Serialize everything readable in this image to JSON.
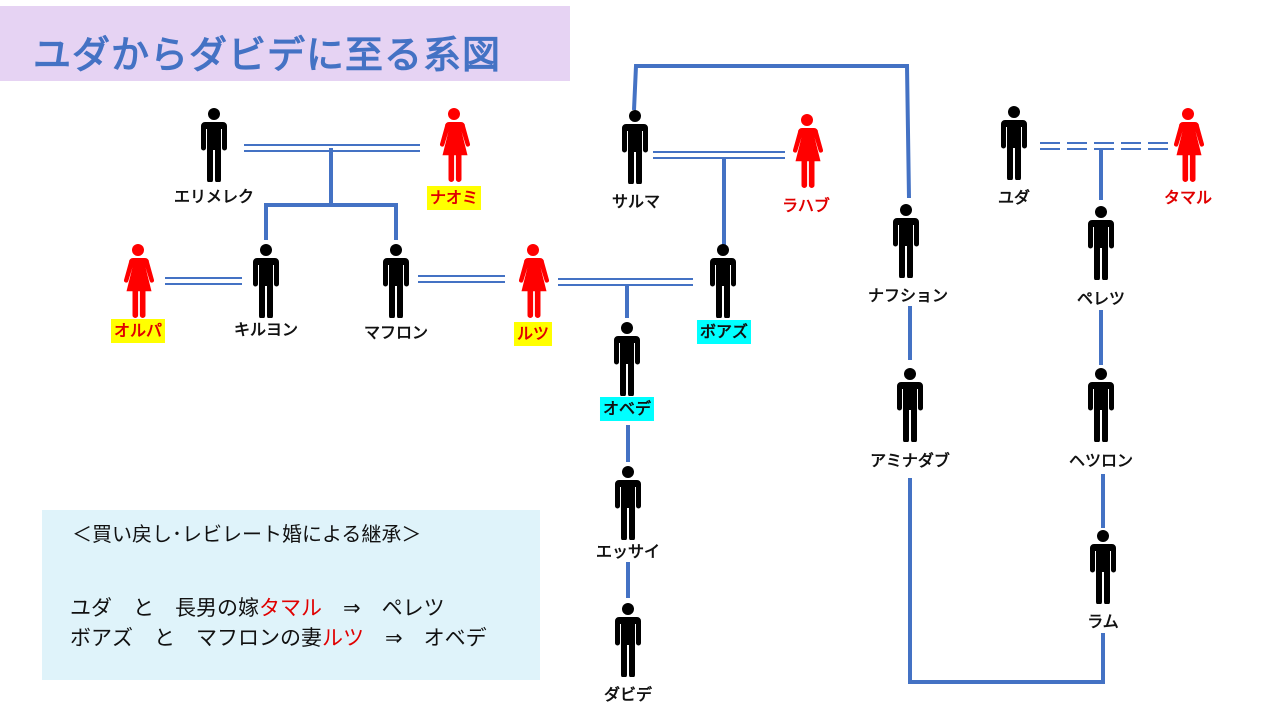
{
  "title": "ユダからダビデに至る系図",
  "people": {
    "elimelech": {
      "name": "エリメレク",
      "gender": "male"
    },
    "naomi": {
      "name": "ナオミ",
      "gender": "female"
    },
    "orpah": {
      "name": "オルパ",
      "gender": "female"
    },
    "kilion": {
      "name": "キルヨン",
      "gender": "male"
    },
    "mahlon": {
      "name": "マフロン",
      "gender": "male"
    },
    "ruth": {
      "name": "ルツ",
      "gender": "female"
    },
    "boaz": {
      "name": "ボアズ",
      "gender": "male"
    },
    "salma": {
      "name": "サルマ",
      "gender": "male"
    },
    "rahab": {
      "name": "ラハブ",
      "gender": "female"
    },
    "obed": {
      "name": "オベデ",
      "gender": "male"
    },
    "jesse": {
      "name": "エッサイ",
      "gender": "male"
    },
    "david": {
      "name": "ダビデ",
      "gender": "male"
    },
    "nahshon": {
      "name": "ナフション",
      "gender": "male"
    },
    "amminadab": {
      "name": "アミナダブ",
      "gender": "male"
    },
    "judah": {
      "name": "ユダ",
      "gender": "male"
    },
    "tamar": {
      "name": "タマル",
      "gender": "female"
    },
    "perez": {
      "name": "ペレツ",
      "gender": "male"
    },
    "hezron": {
      "name": "ヘツロン",
      "gender": "male"
    },
    "ram": {
      "name": "ラム",
      "gender": "male"
    }
  },
  "note": {
    "title": "＜買い戻し･レビレート婚による継承＞",
    "line1": {
      "a": "ユダ　と　長男の嫁",
      "b": "タマル",
      "c": "　⇒　ペレツ"
    },
    "line2": {
      "a": "ボアズ　と　マフロンの妻",
      "b": "ルツ",
      "c": "　⇒　オベデ"
    }
  },
  "colors": {
    "male": "#000000",
    "female": "#ff0000",
    "line": "#4472c4",
    "highlight_yellow": "#ffff00",
    "highlight_cyan": "#00ffff",
    "title": "#4472c4",
    "title_bg": "#e6d3f3",
    "note_bg": "#dff3fa"
  }
}
